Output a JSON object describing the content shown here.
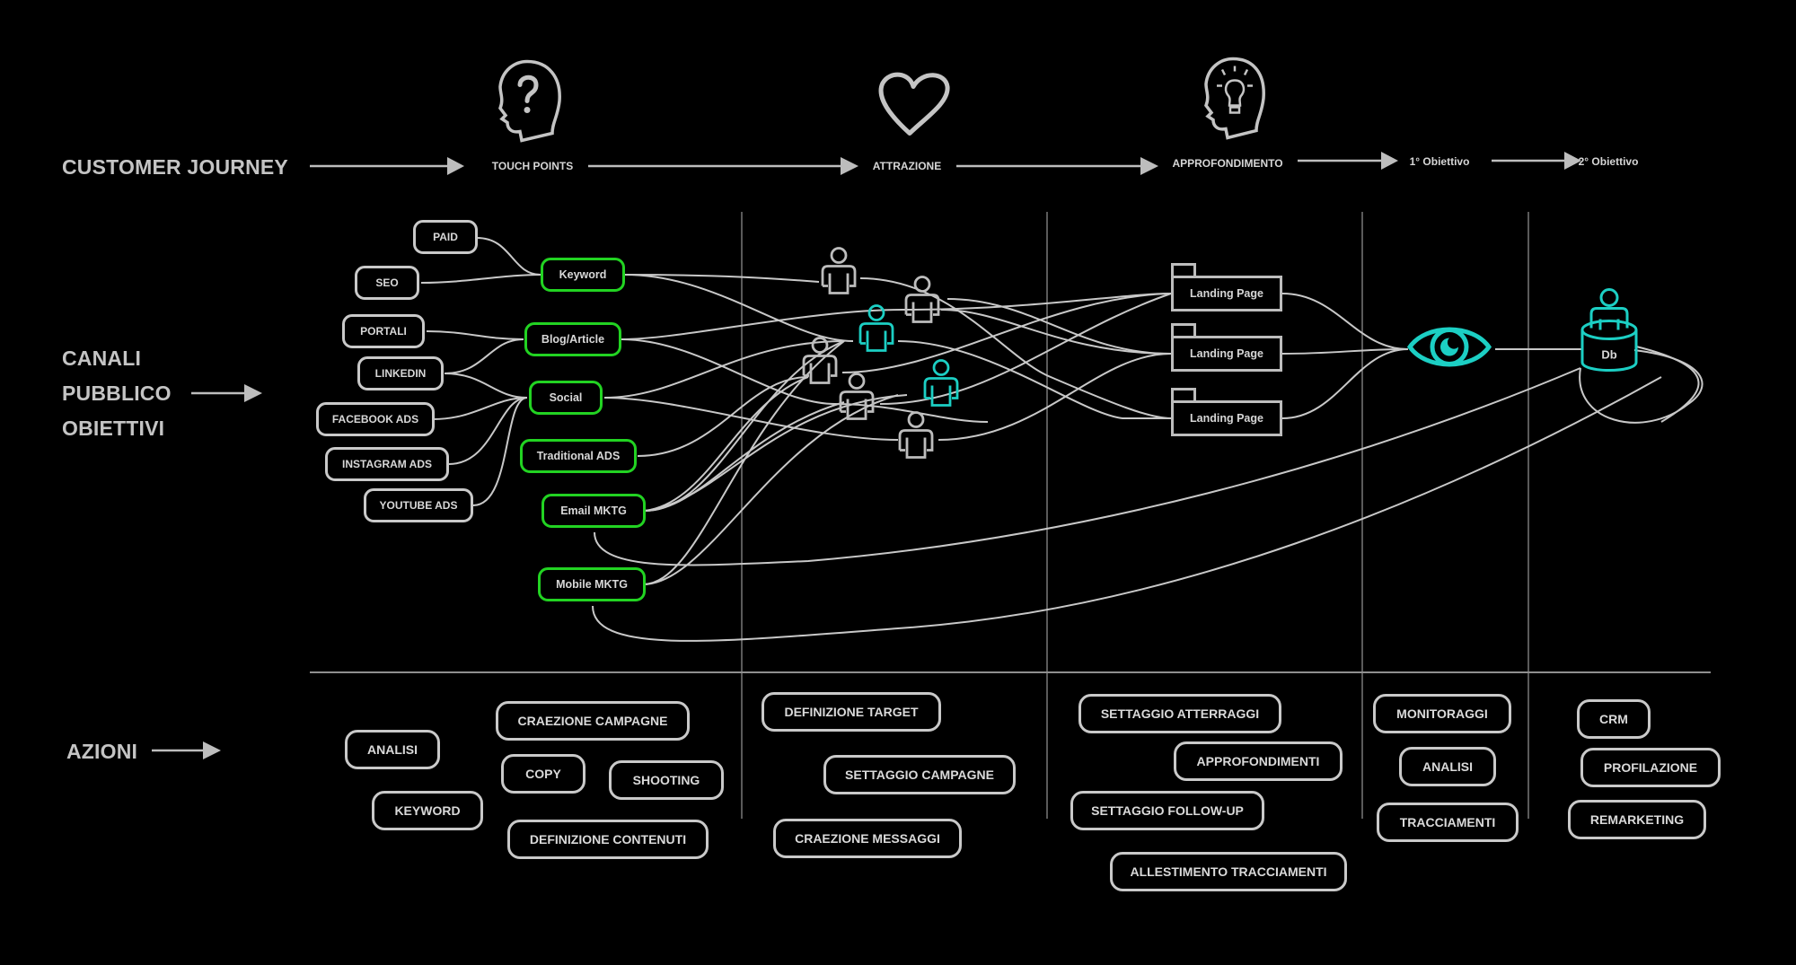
{
  "colors": {
    "background": "#000000",
    "line": "#c8c8c8",
    "channel_green": "#22d322",
    "highlight_cyan": "#1ccfc4",
    "text": "#d6d6d6"
  },
  "header": {
    "title": "CUSTOMER JOURNEY",
    "stages": [
      {
        "label": "TOUCH POINTS",
        "icon": "head-question-icon"
      },
      {
        "label": "ATTRAZIONE",
        "icon": "heart-icon"
      },
      {
        "label": "APPROFONDIMENTO",
        "icon": "head-lightbulb-icon"
      },
      {
        "label": "1° Obiettivo",
        "icon": ""
      },
      {
        "label": "2° Obiettivo",
        "icon": ""
      }
    ]
  },
  "channels_section": {
    "title_lines": [
      "CANALI",
      "PUBBLICO",
      "OBIETTIVI"
    ],
    "sources": [
      "PAID",
      "SEO",
      "PORTALI",
      "LINKEDIN",
      "FACEBOOK ADS",
      "INSTAGRAM ADS",
      "YOUTUBE ADS"
    ],
    "channels": [
      "Keyword",
      "Blog/Article",
      "Social",
      "Traditional ADS",
      "Email MKTG",
      "Mobile MKTG"
    ],
    "audience": {
      "persons_total": 7,
      "persons_highlighted": 2,
      "icon": "person-icon"
    },
    "landing_pages": [
      "Landing Page",
      "Landing Page",
      "Landing Page"
    ],
    "objective_1": {
      "icon": "eye-icon"
    },
    "objective_2": {
      "label": "Db",
      "icon": "database-user-icon"
    }
  },
  "actions_section": {
    "title": "AZIONI",
    "touch_points": [
      "CRAEZIONE CAMPAGNE",
      "ANALISI",
      "COPY",
      "SHOOTING",
      "KEYWORD",
      "DEFINIZIONE CONTENUTI"
    ],
    "attrazione": [
      "DEFINIZIONE TARGET",
      "SETTAGGIO CAMPAGNE",
      "CRAEZIONE MESSAGGI"
    ],
    "approfondimento": [
      "SETTAGGIO ATTERRAGGI",
      "APPROFONDIMENTI",
      "SETTAGGIO FOLLOW-UP",
      "ALLESTIMENTO TRACCIAMENTI"
    ],
    "obiettivo_1": [
      "MONITORAGGI",
      "ANALISI",
      "TRACCIAMENTI"
    ],
    "obiettivo_2": [
      "CRM",
      "PROFILAZIONE",
      "REMARKETING"
    ]
  }
}
